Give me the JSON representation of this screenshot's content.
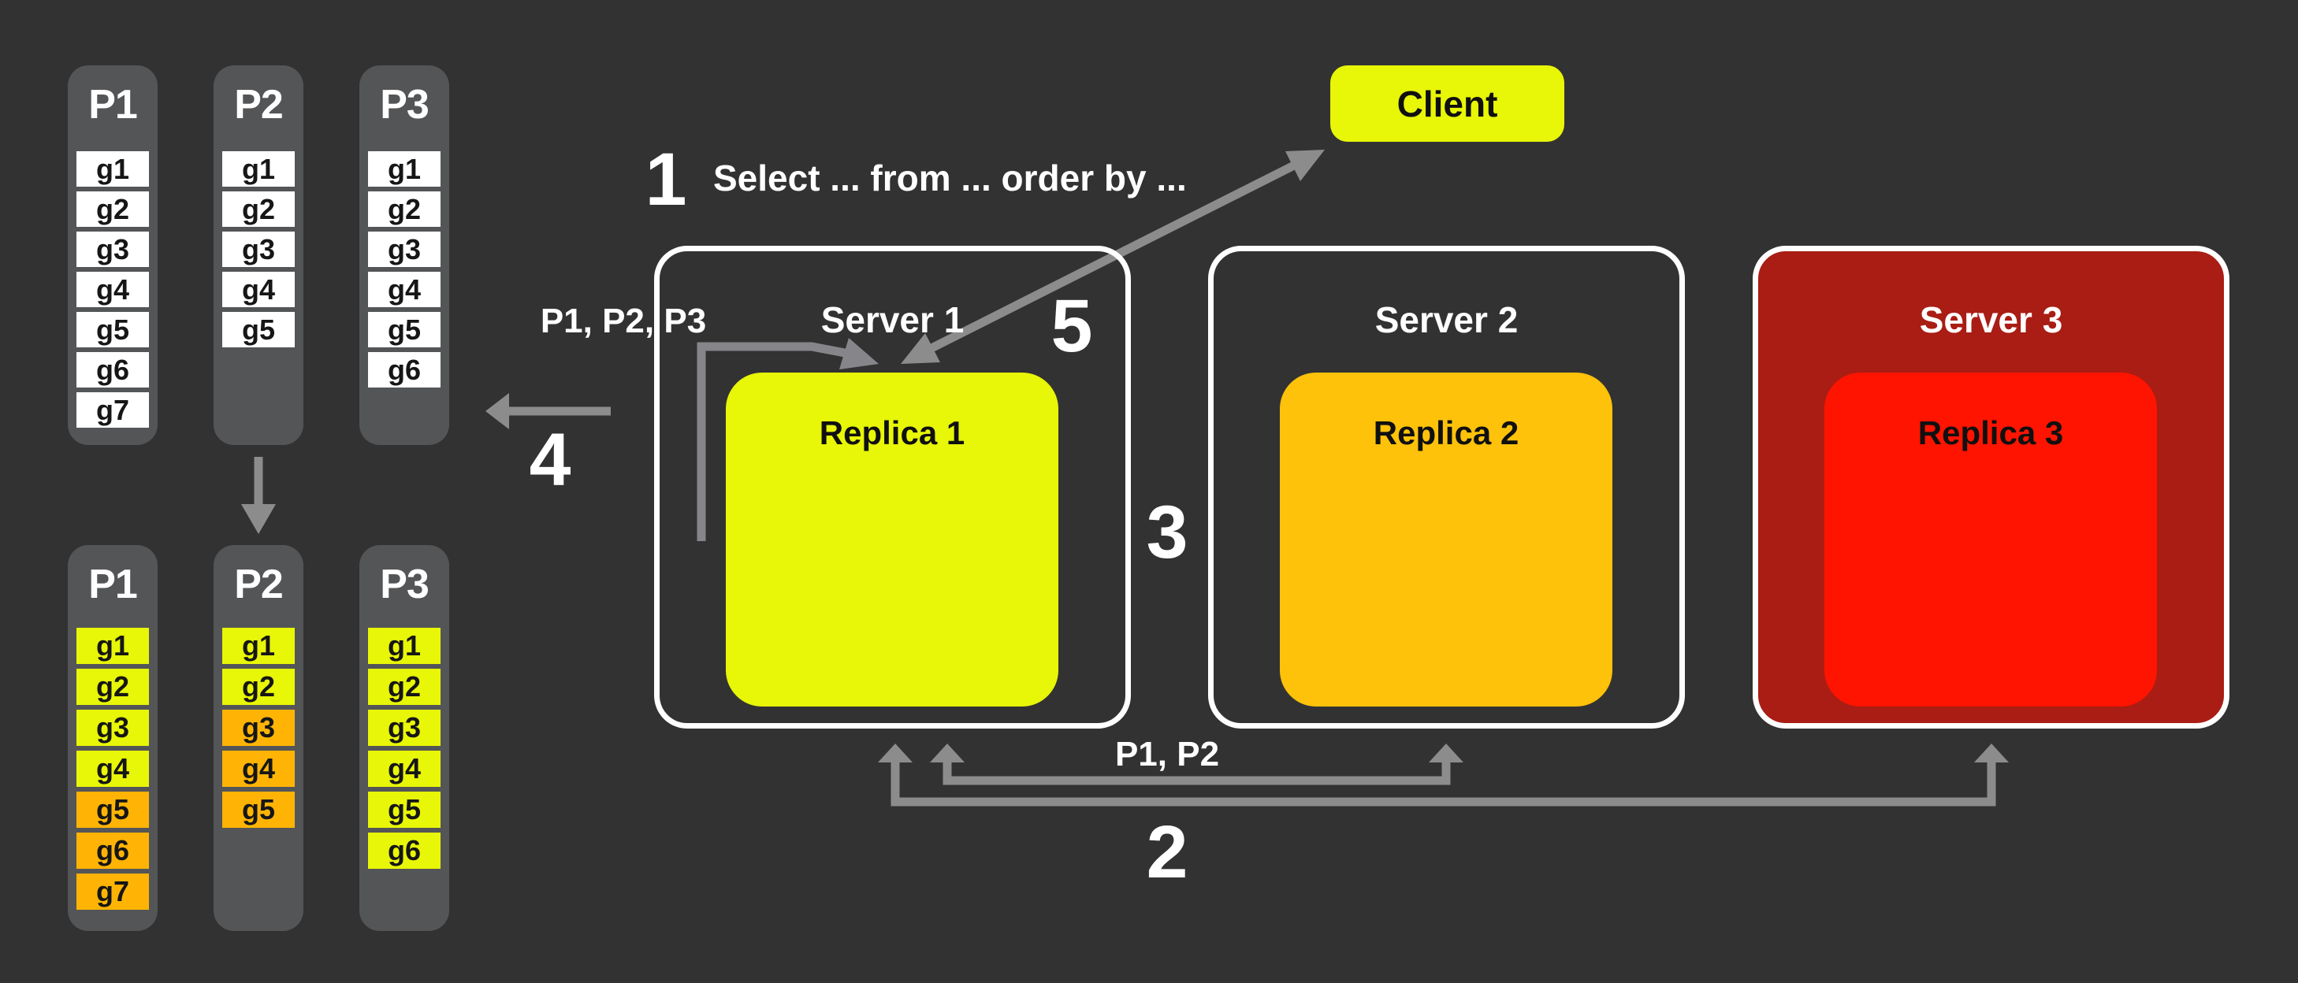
{
  "colors": {
    "background": "#323233",
    "column_bg": "#545557",
    "white": "#ffffff",
    "yellow": "#e8f607",
    "orange": "#ffb405",
    "amber": "#ffc20a",
    "bright_red": "#fe1400",
    "dark_red": "#a91d14",
    "arrow_gray": "#8c8c8c",
    "cell_text": "#161616"
  },
  "partition_groups": [
    {
      "id": "unsorted",
      "columns": [
        {
          "label": "P1",
          "cells": [
            {
              "label": "g1",
              "color": "white"
            },
            {
              "label": "g2",
              "color": "white"
            },
            {
              "label": "g3",
              "color": "white"
            },
            {
              "label": "g4",
              "color": "white"
            },
            {
              "label": "g5",
              "color": "white"
            },
            {
              "label": "g6",
              "color": "white"
            },
            {
              "label": "g7",
              "color": "white"
            }
          ]
        },
        {
          "label": "P2",
          "cells": [
            {
              "label": "g1",
              "color": "white"
            },
            {
              "label": "g2",
              "color": "white"
            },
            {
              "label": "g3",
              "color": "white"
            },
            {
              "label": "g4",
              "color": "white"
            },
            {
              "label": "g5",
              "color": "white"
            }
          ]
        },
        {
          "label": "P3",
          "cells": [
            {
              "label": "g1",
              "color": "white"
            },
            {
              "label": "g2",
              "color": "white"
            },
            {
              "label": "g3",
              "color": "white"
            },
            {
              "label": "g4",
              "color": "white"
            },
            {
              "label": "g5",
              "color": "white"
            },
            {
              "label": "g6",
              "color": "white"
            }
          ]
        }
      ]
    },
    {
      "id": "sorted",
      "columns": [
        {
          "label": "P1",
          "cells": [
            {
              "label": "g1",
              "color": "yellow"
            },
            {
              "label": "g2",
              "color": "yellow"
            },
            {
              "label": "g3",
              "color": "yellow"
            },
            {
              "label": "g4",
              "color": "yellow"
            },
            {
              "label": "g5",
              "color": "orange"
            },
            {
              "label": "g6",
              "color": "orange"
            },
            {
              "label": "g7",
              "color": "orange"
            }
          ]
        },
        {
          "label": "P2",
          "cells": [
            {
              "label": "g1",
              "color": "yellow"
            },
            {
              "label": "g2",
              "color": "yellow"
            },
            {
              "label": "g3",
              "color": "orange"
            },
            {
              "label": "g4",
              "color": "orange"
            },
            {
              "label": "g5",
              "color": "orange"
            }
          ]
        },
        {
          "label": "P3",
          "cells": [
            {
              "label": "g1",
              "color": "yellow"
            },
            {
              "label": "g2",
              "color": "yellow"
            },
            {
              "label": "g3",
              "color": "yellow"
            },
            {
              "label": "g4",
              "color": "yellow"
            },
            {
              "label": "g5",
              "color": "yellow"
            },
            {
              "label": "g6",
              "color": "yellow"
            }
          ]
        }
      ]
    }
  ],
  "client": {
    "label": "Client"
  },
  "servers": [
    {
      "label": "Server 1",
      "replica_label": "Replica 1"
    },
    {
      "label": "Server 2",
      "replica_label": "Replica 2"
    },
    {
      "label": "Server 3",
      "replica_label": "Replica 3"
    }
  ],
  "steps": {
    "s1": {
      "number": "1",
      "label": "Select ... from ... order by ..."
    },
    "s2": {
      "number": "2"
    },
    "s3": {
      "number": "3"
    },
    "s4": {
      "number": "4"
    },
    "s5": {
      "number": "5"
    }
  },
  "annotations": {
    "replica_partitions": "P1, P2, P3",
    "broadcast_partitions": "P1, P2"
  }
}
